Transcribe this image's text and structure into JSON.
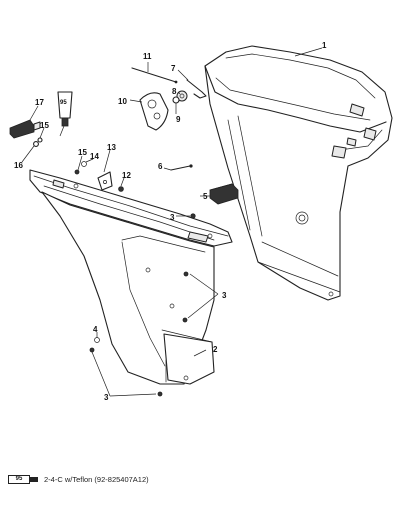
{
  "callouts": [
    "1",
    "2",
    "3",
    "3",
    "3",
    "4",
    "5",
    "6",
    "7",
    "8",
    "9",
    "10",
    "11",
    "12",
    "13",
    "14",
    "15",
    "15",
    "16",
    "17"
  ],
  "tube_label": "95",
  "legend": {
    "icon_label": "95",
    "text": "2-4-C w/Teflon (92-825407A12)"
  }
}
